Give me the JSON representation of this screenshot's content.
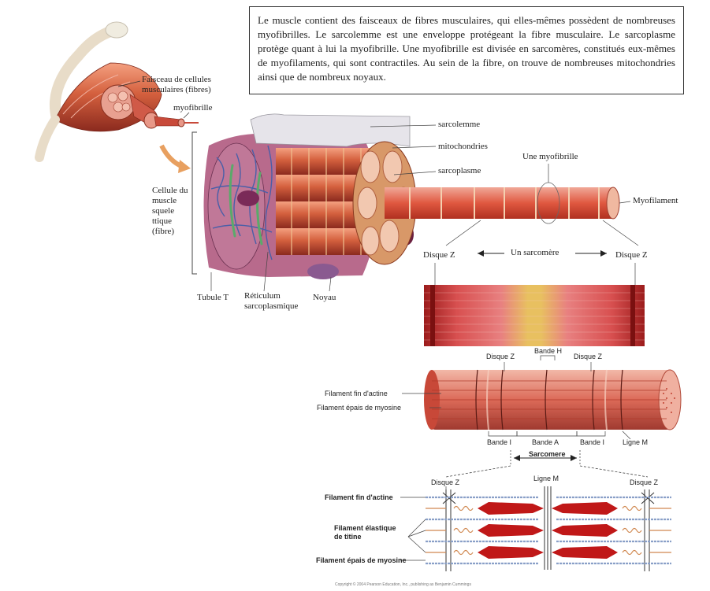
{
  "intro_text": "Le muscle contient des faisceaux de fibres musculaires, qui elles-mêmes possèdent de nombreuses myofibrilles. Le sarcolemme est une enveloppe protégeant la fibre musculaire. Le sarcoplasme protège quant à lui la myofibrille. Une myofibrille est divisée en sarcomères, constitués eux-mêmes de myofilaments, qui sont contractiles. Au sein de la fibre, on trouve de nombreuses mitochondries ainsi que de nombreux noyaux.",
  "muscle_labels": {
    "faisceau": "Faisceau de cellules musculaires (fibres)",
    "myofibrille": "myofibrille"
  },
  "fiber_labels": {
    "cellule": "Cellule du muscle squele ttique (fibre)",
    "sarcolemme": "sarcolemme",
    "mitochondries": "mitochondries",
    "sarcoplasme": "sarcoplasme",
    "une_myofibrille": "Une myofibrille",
    "myofilament": "Myofilament",
    "tubule_t": "Tubule T",
    "reticulum": "Réticulum sarcoplasmique",
    "noyau": "Noyau",
    "disque_z_left": "Disque Z",
    "un_sarcomere": "Un sarcomère",
    "disque_z_right": "Disque Z"
  },
  "sarcomere_diagram": {
    "disque_z_1": "Disque Z",
    "bande_h": "Bande H",
    "disque_z_2": "Disque Z",
    "filament_actine": "Filament fin d'actine",
    "filament_myosine": "Filament épais de myosine",
    "bande_i_1": "Bande I",
    "bande_a": "Bande A",
    "bande_i_2": "Bande I",
    "ligne_m": "Ligne M",
    "sarcomere": "Sarcomere"
  },
  "filament_diagram": {
    "disque_z_left": "Disque Z",
    "ligne_m": "Ligne M",
    "disque_z_right": "Disque Z",
    "filament_actine": "Filament fin d'actine",
    "filament_titine": "Filament élastique de titine",
    "filament_myosine": "Filament épais de myosine"
  },
  "copyright": "Copyright © 2004 Pearson Education, Inc., publishing as Benjamin Cummings",
  "colors": {
    "muscle_red": "#c0504a",
    "muscle_dark": "#8b2a1e",
    "tendon": "#e8dcc8",
    "vessel_blue": "#4a5fa8",
    "reticulum_green": "#5aaa6a",
    "myosin_red": "#c01818",
    "arrow_orange": "#e8a060"
  }
}
